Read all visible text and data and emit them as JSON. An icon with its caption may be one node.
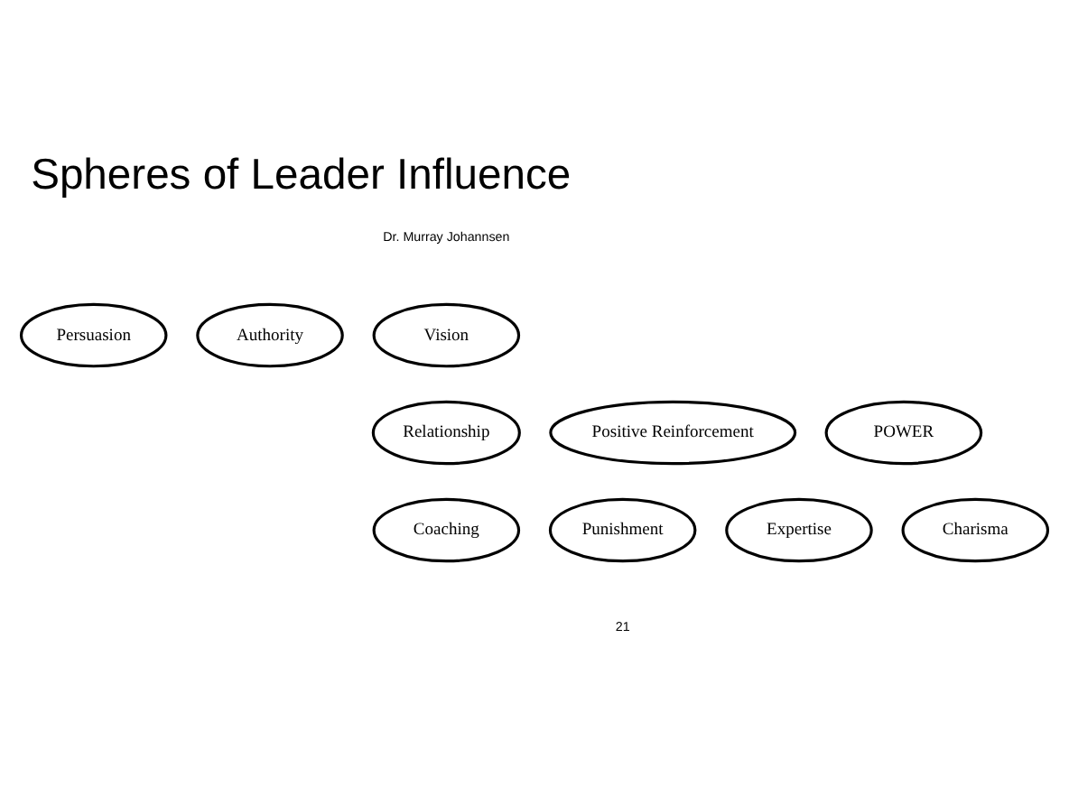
{
  "diagram": {
    "title": "Spheres of Leader Influence",
    "nodes": [
      {
        "text": [
          "Persuasion"
        ]
      },
      {
        "text": [
          "Authority"
        ]
      },
      {
        "text": [
          "Vision"
        ]
      },
      {
        "text": [
          "Positive Reinforcement"
        ]
      },
      {
        "text": [
          "Relationship"
        ]
      },
      {
        "text": [
          "POWER"
        ]
      },
      {
        "text": [
          "Punishment"
        ]
      },
      {
        "text": [
          "Coaching"
        ]
      },
      {
        "text": [
          "Expertise"
        ]
      },
      {
        "text": [
          "Charisma"
        ]
      }
    ],
    "labels": [
      "Dr. Murray Johannsen",
      "21"
    ]
  }
}
